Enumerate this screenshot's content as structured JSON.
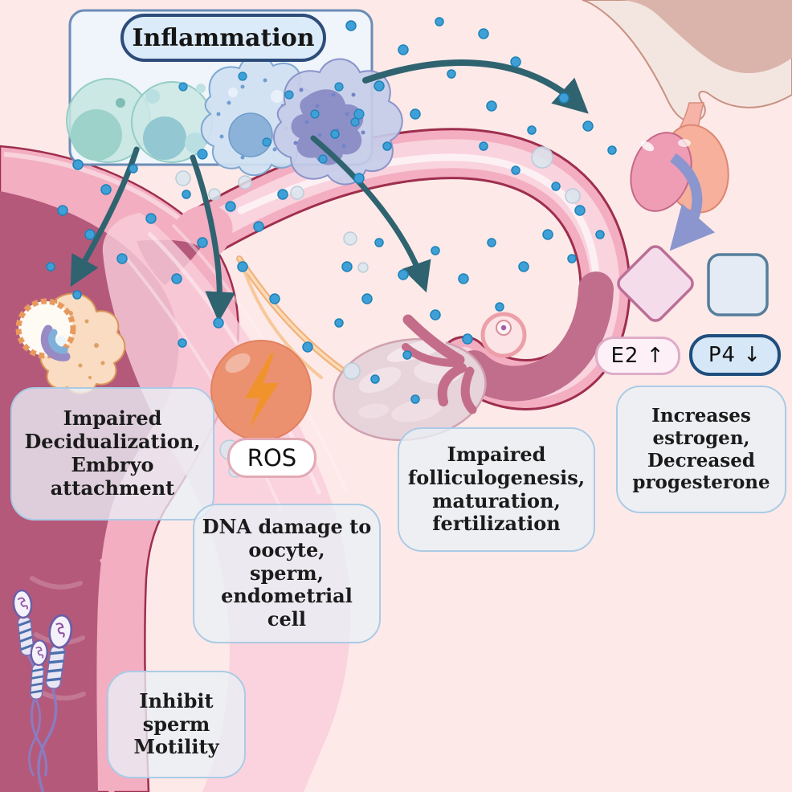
{
  "inflammation": {
    "label": "Inflammation"
  },
  "ros": {
    "label": "ROS"
  },
  "hormone_markers": {
    "e2": "E2 ↑",
    "p4": "P4 ↓"
  },
  "effect_boxes": {
    "decidualization": "Impaired\nDecidualization,\nEmbryo\nattachment",
    "dna_damage": "DNA damage to\noocyte,\nsperm,\nendometrial\ncell",
    "folliculogenesis": "Impaired\nfolliculogenesis,\nmaturation,\nfertilization",
    "hormones": "Increases\nestrogen,\nDecreased\nprogesterone",
    "sperm_motility": "Inhibit\nsperm\nMotility"
  },
  "colors": {
    "background": "#fdeae8",
    "arrow_teal": "#2f6370",
    "arrow_purple": "#8b96cf",
    "cytokine_dot": "#3ea0d6",
    "ros_circle": "#ec9170",
    "lightning_bolt": "#f0932d",
    "effect_box_border": "#abcbe5",
    "inflammation_border": "#2d4c7a"
  }
}
